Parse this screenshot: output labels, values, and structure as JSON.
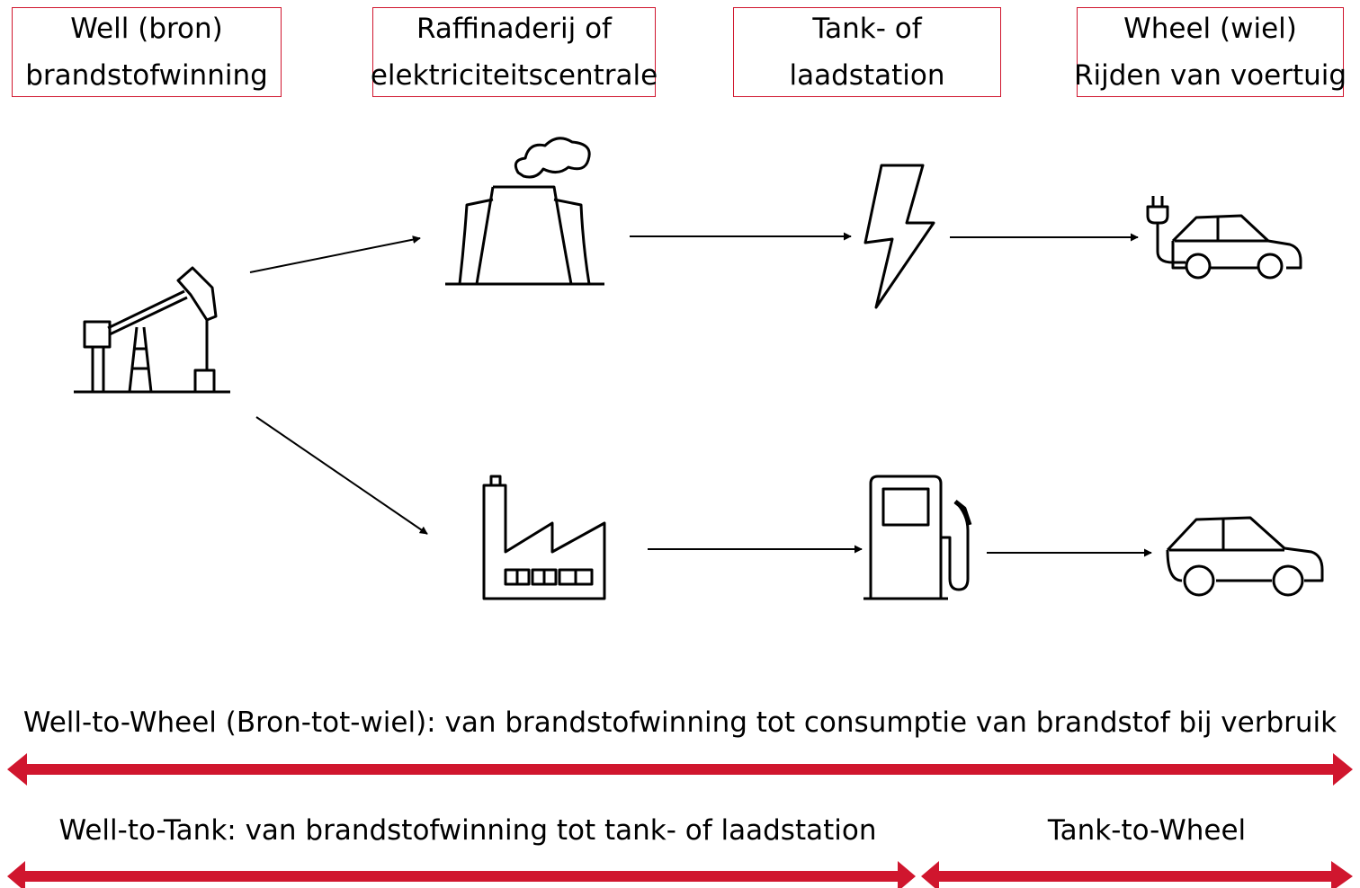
{
  "stages": [
    {
      "line1": "Well (bron)",
      "line2": "brandstofwinning"
    },
    {
      "line1": "Raffinaderij of",
      "line2": "elektriciteitscentrale"
    },
    {
      "line1": "Tank- of",
      "line2": "laadstation"
    },
    {
      "line1": "Wheel (wiel)",
      "line2": "Rijden van voertuig"
    }
  ],
  "icons": {
    "well": "oil-pump-jack-icon",
    "power_plant": "cooling-tower-icon",
    "refinery": "factory-icon",
    "electricity": "lightning-bolt-icon",
    "fuel_station": "fuel-pump-icon",
    "electric_car": "electric-car-icon",
    "car": "car-icon"
  },
  "bands": {
    "well_to_wheel": "Well-to-Wheel (Bron-tot-wiel): van brandstofwinning tot consumptie van brandstof bij verbruik",
    "well_to_tank": "Well-to-Tank: van brandstofwinning tot tank- of laadstation",
    "tank_to_wheel": "Tank-to-Wheel"
  },
  "colors": {
    "accent": "#d0162e",
    "line": "#000000"
  }
}
